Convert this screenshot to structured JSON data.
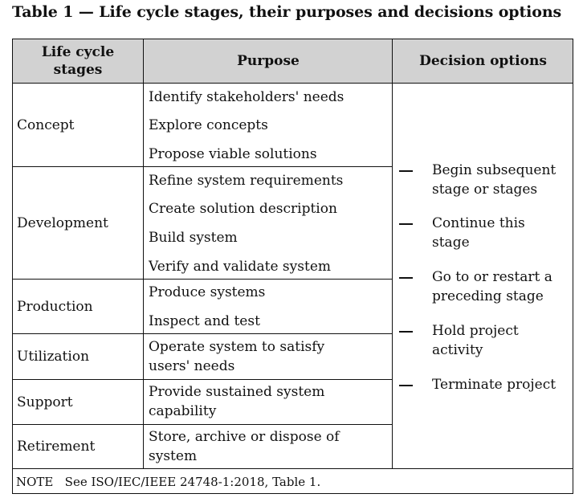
{
  "caption": "Table 1 — Life cycle stages, their purposes and decisions options",
  "headers": {
    "stage_line1": "Life cycle",
    "stage_line2": "stages",
    "purpose": "Purpose",
    "decision": "Decision options"
  },
  "stages": [
    {
      "name": "Concept",
      "purposes": [
        "Identify stakeholders' needs",
        "Explore concepts",
        "Propose viable solutions"
      ]
    },
    {
      "name": "Development",
      "purposes": [
        "Refine system requirements",
        "Create solution description",
        "Build system",
        "Verify and validate system"
      ]
    },
    {
      "name": "Production",
      "purposes": [
        "Produce systems",
        "Inspect and test"
      ]
    },
    {
      "name": "Utilization",
      "purposes": [
        [
          "Operate system to satisfy",
          "users' needs"
        ]
      ]
    },
    {
      "name": "Support",
      "purposes": [
        [
          "Provide sustained system",
          "capability"
        ]
      ]
    },
    {
      "name": "Retirement",
      "purposes": [
        [
          "Store, archive or dispose of",
          "system"
        ]
      ]
    }
  ],
  "decision_options": [
    [
      "Begin subsequent",
      "stage or stages"
    ],
    [
      "Continue this",
      "stage"
    ],
    [
      "Go to or restart a",
      "preceding stage"
    ],
    [
      "Hold project",
      "activity"
    ],
    [
      "Terminate project"
    ]
  ],
  "decision_dash": "—",
  "note": "NOTE   See ISO/IEC/IEEE 24748-1:2018, Table 1."
}
